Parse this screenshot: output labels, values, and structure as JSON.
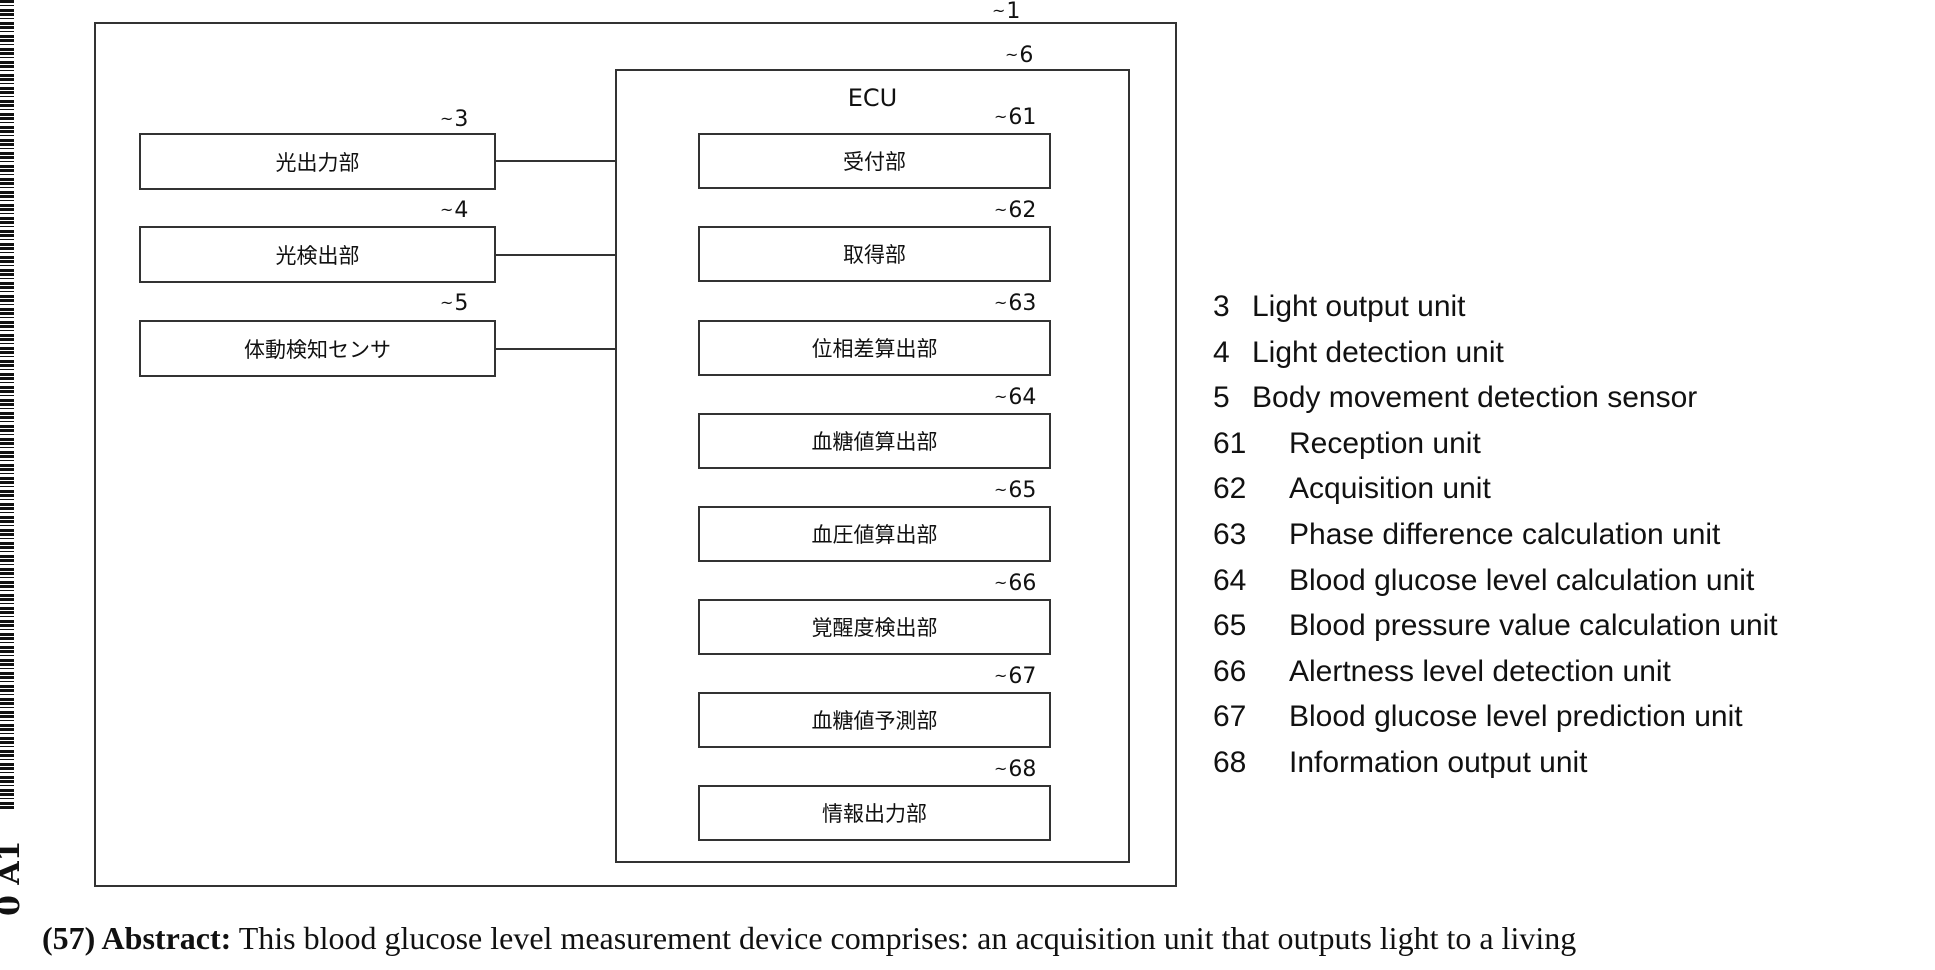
{
  "side_label": "0 A1",
  "figure": {
    "outer_ref": "1",
    "ecu_ref": "6",
    "ecu_title": "ECU",
    "left_units": [
      {
        "ref": "3",
        "label": "光出力部"
      },
      {
        "ref": "4",
        "label": "光検出部"
      },
      {
        "ref": "5",
        "label": "体動検知センサ"
      }
    ],
    "ecu_units": [
      {
        "ref": "61",
        "label": "受付部"
      },
      {
        "ref": "62",
        "label": "取得部"
      },
      {
        "ref": "63",
        "label": "位相差算出部"
      },
      {
        "ref": "64",
        "label": "血糖値算出部"
      },
      {
        "ref": "65",
        "label": "血圧値算出部"
      },
      {
        "ref": "66",
        "label": "覚醒度検出部"
      },
      {
        "ref": "67",
        "label": "血糖値予測部"
      },
      {
        "ref": "68",
        "label": "情報出力部"
      }
    ]
  },
  "legend": [
    {
      "num": "3",
      "text": "Light output unit"
    },
    {
      "num": "4",
      "text": "Light detection unit"
    },
    {
      "num": "5",
      "text": "Body movement detection sensor"
    },
    {
      "num": "61",
      "text": "Reception unit"
    },
    {
      "num": "62",
      "text": "Acquisition unit"
    },
    {
      "num": "63",
      "text": "Phase difference calculation unit"
    },
    {
      "num": "64",
      "text": "Blood glucose level calculation unit"
    },
    {
      "num": "65",
      "text": "Blood pressure value calculation unit"
    },
    {
      "num": "66",
      "text": "Alertness level detection unit"
    },
    {
      "num": "67",
      "text": "Blood glucose level prediction unit"
    },
    {
      "num": "68",
      "text": "Information output unit"
    }
  ],
  "abstract": {
    "label": "(57) Abstract:",
    "text": "This blood glucose level measurement device comprises: an acquisition unit that outputs light to a living"
  }
}
